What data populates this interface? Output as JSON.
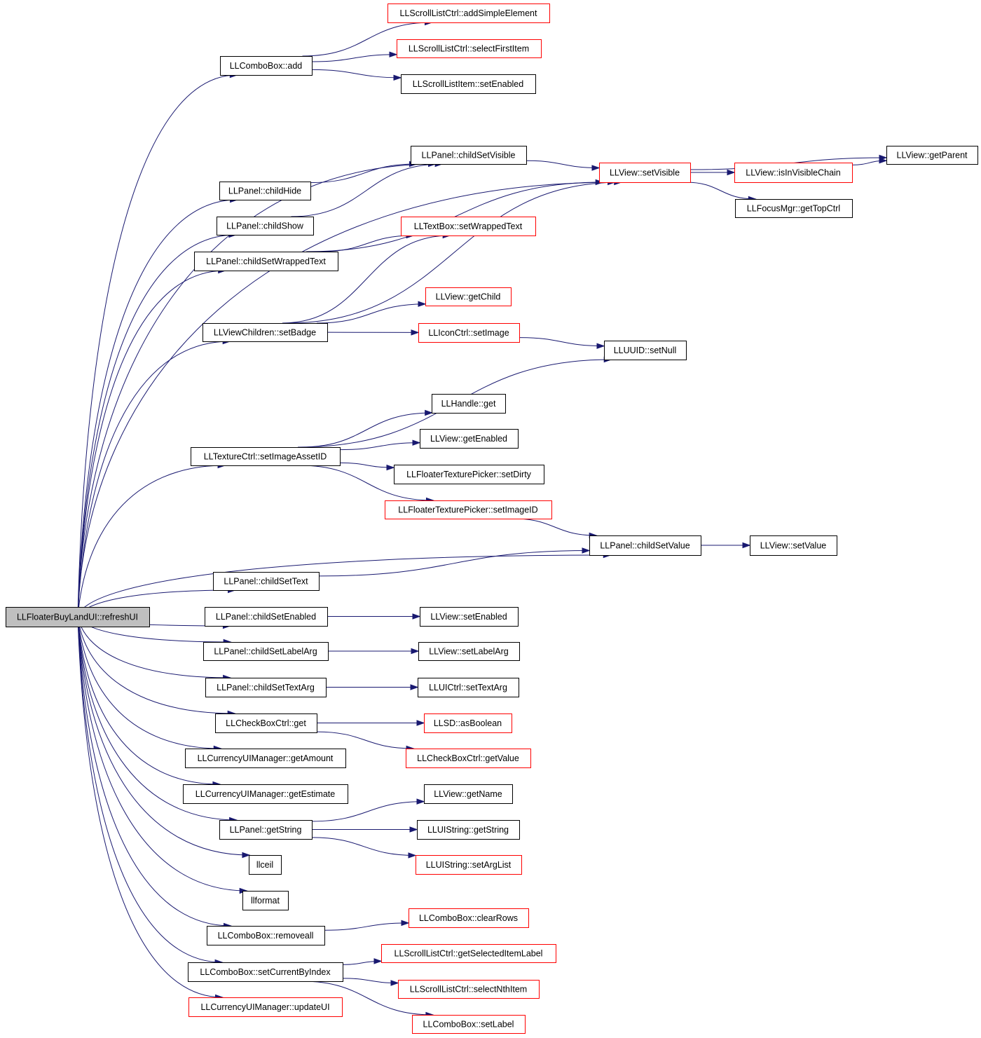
{
  "colors": {
    "edge": "#191970",
    "box_border_default": "#000000",
    "box_border_truncated": "#ff0000",
    "root_fill": "#bfbfbf",
    "box_fill": "#ffffff",
    "text": "#000000"
  },
  "nodes": [
    {
      "id": "root",
      "label": "LLFloaterBuyLandUI::refreshUI",
      "style": "root"
    },
    {
      "id": "n1",
      "label": "LLComboBox::add",
      "style": "normal"
    },
    {
      "id": "n2",
      "label": "LLScrollListCtrl::addSimpleElement",
      "style": "truncated"
    },
    {
      "id": "n3",
      "label": "LLScrollListCtrl::selectFirstItem",
      "style": "truncated"
    },
    {
      "id": "n4",
      "label": "LLScrollListItem::setEnabled",
      "style": "normal"
    },
    {
      "id": "n5",
      "label": "LLPanel::childSetVisible",
      "style": "normal"
    },
    {
      "id": "n6",
      "label": "LLView::setVisible",
      "style": "truncated"
    },
    {
      "id": "n7",
      "label": "LLView::isInVisibleChain",
      "style": "truncated"
    },
    {
      "id": "n8",
      "label": "LLView::getParent",
      "style": "normal"
    },
    {
      "id": "n9",
      "label": "LLFocusMgr::getTopCtrl",
      "style": "normal"
    },
    {
      "id": "n10",
      "label": "LLPanel::childHide",
      "style": "normal"
    },
    {
      "id": "n11",
      "label": "LLPanel::childShow",
      "style": "normal"
    },
    {
      "id": "n12",
      "label": "LLTextBox::setWrappedText",
      "style": "truncated"
    },
    {
      "id": "n13",
      "label": "LLPanel::childSetWrappedText",
      "style": "normal"
    },
    {
      "id": "n14",
      "label": "LLView::getChild",
      "style": "truncated"
    },
    {
      "id": "n15",
      "label": "LLViewChildren::setBadge",
      "style": "normal"
    },
    {
      "id": "n16",
      "label": "LLIconCtrl::setImage",
      "style": "truncated"
    },
    {
      "id": "n17",
      "label": "LLUUID::setNull",
      "style": "normal"
    },
    {
      "id": "n18",
      "label": "LLHandle::get",
      "style": "normal"
    },
    {
      "id": "n19",
      "label": "LLView::getEnabled",
      "style": "normal"
    },
    {
      "id": "n20",
      "label": "LLTextureCtrl::setImageAssetID",
      "style": "normal"
    },
    {
      "id": "n21",
      "label": "LLFloaterTexturePicker::setDirty",
      "style": "normal"
    },
    {
      "id": "n22",
      "label": "LLFloaterTexturePicker::setImageID",
      "style": "truncated"
    },
    {
      "id": "n23",
      "label": "LLPanel::childSetValue",
      "style": "normal"
    },
    {
      "id": "n24",
      "label": "LLView::setValue",
      "style": "normal"
    },
    {
      "id": "n25",
      "label": "LLPanel::childSetText",
      "style": "normal"
    },
    {
      "id": "n26",
      "label": "LLPanel::childSetEnabled",
      "style": "normal"
    },
    {
      "id": "n27",
      "label": "LLView::setEnabled",
      "style": "normal"
    },
    {
      "id": "n28",
      "label": "LLPanel::childSetLabelArg",
      "style": "normal"
    },
    {
      "id": "n29",
      "label": "LLView::setLabelArg",
      "style": "normal"
    },
    {
      "id": "n30",
      "label": "LLPanel::childSetTextArg",
      "style": "normal"
    },
    {
      "id": "n31",
      "label": "LLUICtrl::setTextArg",
      "style": "normal"
    },
    {
      "id": "n32",
      "label": "LLCheckBoxCtrl::get",
      "style": "normal"
    },
    {
      "id": "n33",
      "label": "LLSD::asBoolean",
      "style": "truncated"
    },
    {
      "id": "n34",
      "label": "LLCurrencyUIManager::getAmount",
      "style": "normal"
    },
    {
      "id": "n35",
      "label": "LLCheckBoxCtrl::getValue",
      "style": "truncated"
    },
    {
      "id": "n36",
      "label": "LLCurrencyUIManager::getEstimate",
      "style": "normal"
    },
    {
      "id": "n37",
      "label": "LLView::getName",
      "style": "normal"
    },
    {
      "id": "n38",
      "label": "LLPanel::getString",
      "style": "normal"
    },
    {
      "id": "n39",
      "label": "LLUIString::getString",
      "style": "normal"
    },
    {
      "id": "n40",
      "label": "llceil",
      "style": "normal"
    },
    {
      "id": "n41",
      "label": "LLUIString::setArgList",
      "style": "truncated"
    },
    {
      "id": "n42",
      "label": "llformat",
      "style": "normal"
    },
    {
      "id": "n43",
      "label": "LLComboBox::clearRows",
      "style": "truncated"
    },
    {
      "id": "n44",
      "label": "LLComboBox::removeall",
      "style": "normal"
    },
    {
      "id": "n45",
      "label": "LLScrollListCtrl::getSelectedItemLabel",
      "style": "truncated"
    },
    {
      "id": "n46",
      "label": "LLComboBox::setCurrentByIndex",
      "style": "normal"
    },
    {
      "id": "n47",
      "label": "LLScrollListCtrl::selectNthItem",
      "style": "truncated"
    },
    {
      "id": "n48",
      "label": "LLCurrencyUIManager::updateUI",
      "style": "truncated"
    },
    {
      "id": "n49",
      "label": "LLComboBox::setLabel",
      "style": "truncated"
    }
  ],
  "edges": [
    [
      "root",
      "n1"
    ],
    [
      "root",
      "n6"
    ],
    [
      "root",
      "n5"
    ],
    [
      "root",
      "n10"
    ],
    [
      "root",
      "n11"
    ],
    [
      "root",
      "n13"
    ],
    [
      "root",
      "n15"
    ],
    [
      "root",
      "n20"
    ],
    [
      "root",
      "n23"
    ],
    [
      "root",
      "n25"
    ],
    [
      "root",
      "n26"
    ],
    [
      "root",
      "n28"
    ],
    [
      "root",
      "n30"
    ],
    [
      "root",
      "n32"
    ],
    [
      "root",
      "n34"
    ],
    [
      "root",
      "n36"
    ],
    [
      "root",
      "n38"
    ],
    [
      "root",
      "n40"
    ],
    [
      "root",
      "n42"
    ],
    [
      "root",
      "n44"
    ],
    [
      "root",
      "n46"
    ],
    [
      "root",
      "n48"
    ],
    [
      "n1",
      "n2"
    ],
    [
      "n1",
      "n3"
    ],
    [
      "n1",
      "n4"
    ],
    [
      "n5",
      "n6"
    ],
    [
      "n10",
      "n5"
    ],
    [
      "n11",
      "n5"
    ],
    [
      "n13",
      "n6"
    ],
    [
      "n13",
      "n12"
    ],
    [
      "n6",
      "n8"
    ],
    [
      "n6",
      "n7"
    ],
    [
      "n6",
      "n9"
    ],
    [
      "n7",
      "n8"
    ],
    [
      "n15",
      "n12"
    ],
    [
      "n15",
      "n6"
    ],
    [
      "n15",
      "n14"
    ],
    [
      "n15",
      "n16"
    ],
    [
      "n16",
      "n17"
    ],
    [
      "n20",
      "n17"
    ],
    [
      "n20",
      "n18"
    ],
    [
      "n20",
      "n19"
    ],
    [
      "n20",
      "n21"
    ],
    [
      "n20",
      "n22"
    ],
    [
      "n22",
      "n23"
    ],
    [
      "n23",
      "n24"
    ],
    [
      "n25",
      "n23"
    ],
    [
      "n26",
      "n27"
    ],
    [
      "n28",
      "n29"
    ],
    [
      "n30",
      "n31"
    ],
    [
      "n32",
      "n33"
    ],
    [
      "n32",
      "n35"
    ],
    [
      "n38",
      "n37"
    ],
    [
      "n38",
      "n39"
    ],
    [
      "n38",
      "n41"
    ],
    [
      "n44",
      "n43"
    ],
    [
      "n46",
      "n45"
    ],
    [
      "n46",
      "n47"
    ],
    [
      "n46",
      "n49"
    ]
  ]
}
